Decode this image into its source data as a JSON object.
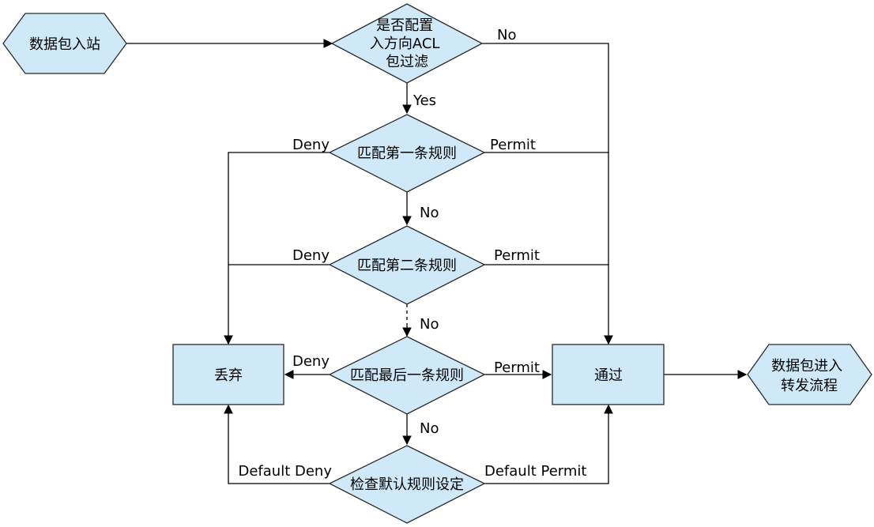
{
  "nodes": {
    "start": "数据包入站",
    "check_acl": [
      "是否配置",
      "入方向ACL",
      "包过滤"
    ],
    "rule1": "匹配第一条规则",
    "rule2": "匹配第二条规则",
    "rule_last": "匹配最后一条规则",
    "default_check": "检查默认规则设定",
    "discard": "丢弃",
    "pass": "通过",
    "forward": [
      "数据包进入",
      "转发流程"
    ]
  },
  "edges": {
    "acl_no": "No",
    "acl_yes": "Yes",
    "rule1_deny": "Deny",
    "rule1_permit": "Permit",
    "rule1_no": "No",
    "rule2_deny": "Deny",
    "rule2_permit": "Permit",
    "rule2_no": "No",
    "last_deny": "Deny",
    "last_permit": "Permit",
    "last_no": "No",
    "default_deny": "Default Deny",
    "default_permit": "Default Permit"
  },
  "colors": {
    "node_fill": "#cfe9f8",
    "stroke": "#2a2a2a"
  }
}
